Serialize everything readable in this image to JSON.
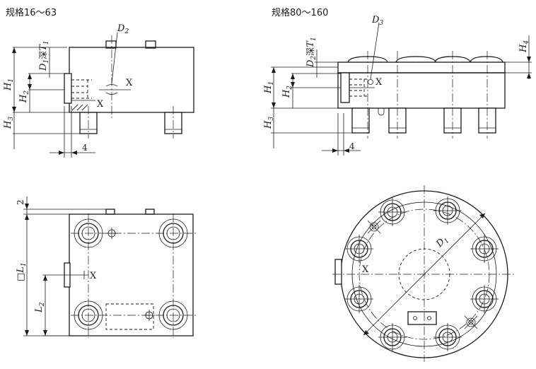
{
  "captions": {
    "small": "规格16～63",
    "large": "规格80～160"
  },
  "small_side_labels": {
    "d1": "D",
    "d1_sub": "1",
    "deep": "深",
    "t1": "T",
    "t1_sub": "1",
    "d2": "D",
    "d2_sub": "2",
    "h1": "H",
    "h1_sub": "1",
    "h2": "H",
    "h2_sub": "2",
    "h3": "H",
    "h3_sub": "3",
    "x_upper": "X",
    "x_lower": "X",
    "dim_4": "4"
  },
  "large_side_labels": {
    "d2": "D",
    "d2_sub": "2",
    "deep": "深",
    "t1": "T",
    "t1_sub": "1",
    "d3": "D",
    "d3_sub": "3",
    "h1": "H",
    "h1_sub": "1",
    "h2": "H",
    "h2_sub": "2",
    "h3": "H",
    "h3_sub": "3",
    "h4": "H",
    "h4_sub": "4",
    "x": "X",
    "dim_4": "4"
  },
  "small_plan_labels": {
    "dim_2": "2",
    "l1_prefix": "□",
    "l1": "L",
    "l1_sub": "1",
    "l2": "L",
    "l2_sub": "2",
    "x": "X"
  },
  "large_plan_labels": {
    "d1": "D",
    "d1_sub": "1",
    "x": "X"
  }
}
